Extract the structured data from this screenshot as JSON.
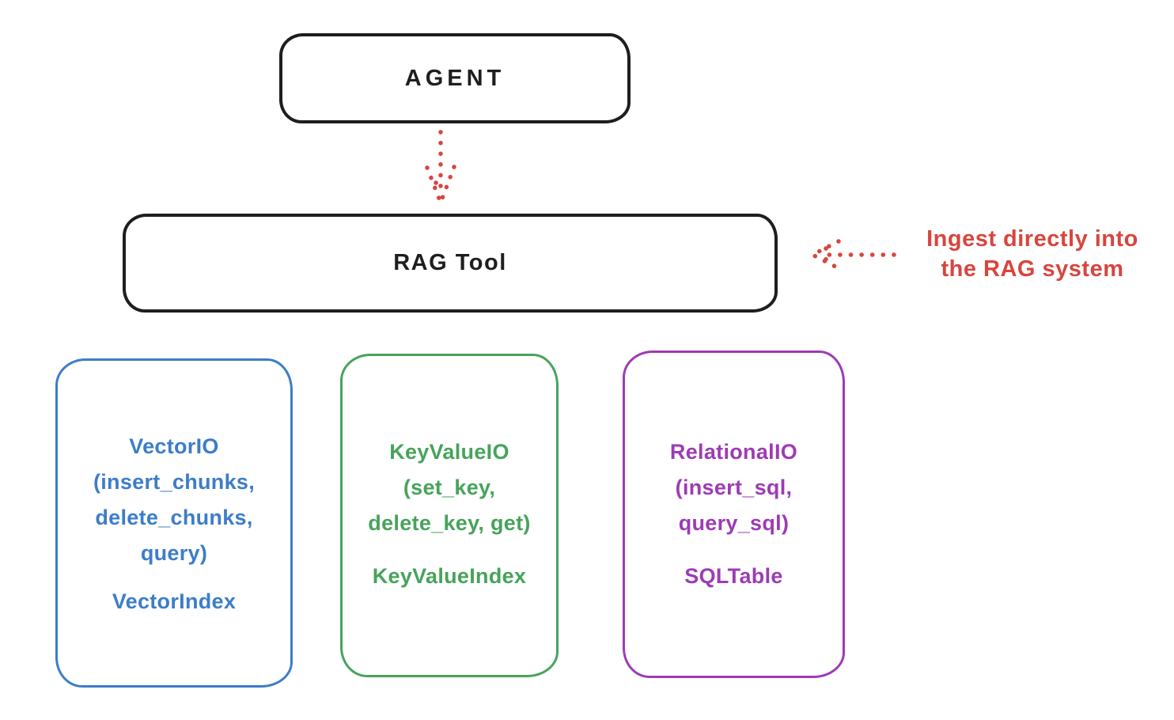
{
  "colors": {
    "background": "#ffffff",
    "stroke": "#1e1e1e",
    "red": "#d8453e",
    "blue": "#3c7dc8",
    "green": "#47a35a",
    "purple": "#9d3bb5"
  },
  "agent_box": {
    "label": "AGENT"
  },
  "rag_tool_box": {
    "label": "RAG Tool"
  },
  "annotation": {
    "line1": "Ingest directly into",
    "line2": "the RAG system"
  },
  "arrows": {
    "agent_to_rag": {
      "style": "dotted",
      "direction": "down",
      "color": "#d8453e"
    },
    "ingest_into_rag": {
      "style": "dotted",
      "direction": "left",
      "color": "#d8453e"
    }
  },
  "modules": [
    {
      "name": "VectorIO",
      "title_lines": [
        "VectorIO",
        "(insert_chunks,",
        "delete_chunks,",
        "query)"
      ],
      "index_label": "VectorIndex"
    },
    {
      "name": "KeyValueIO",
      "title_lines": [
        "KeyValueIO",
        "(set_key,",
        "delete_key, get)"
      ],
      "index_label": "KeyValueIndex"
    },
    {
      "name": "RelationalIO",
      "title_lines": [
        "RelationalIO",
        "(insert_sql,",
        "query_sql)"
      ],
      "index_label": "SQLTable"
    }
  ]
}
